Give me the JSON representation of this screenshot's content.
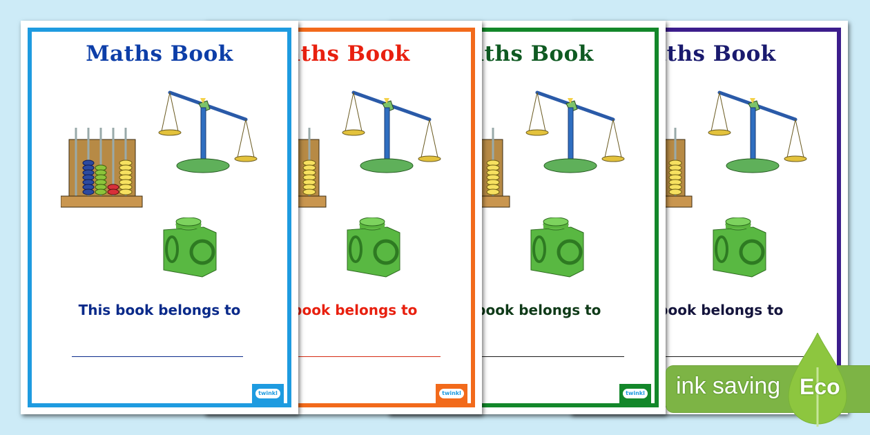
{
  "product": {
    "title": "Maths Book",
    "subtitle": "This book belongs to",
    "logo_text": "twinkl"
  },
  "cards": [
    {
      "title": "Maths Book",
      "subtitle": "This book belongs to",
      "border_color": "#1e9be0",
      "text_color": "#0d3ea8",
      "subtitle_color": "#0a2a8a",
      "line_color": "#0a2a8a"
    },
    {
      "title": "Maths Book",
      "subtitle": "This book belongs to",
      "border_color": "#f26a1b",
      "text_color": "#e8200f",
      "subtitle_color": "#e8200f",
      "line_color": "#d42a12"
    },
    {
      "title": "Maths Book",
      "subtitle": "This book belongs to",
      "border_color": "#13872a",
      "text_color": "#0f5a22",
      "subtitle_color": "#0f3a18",
      "line_color": "#1a1a1a"
    },
    {
      "title": "Maths Book",
      "subtitle": "This book belongs to",
      "border_color": "#3c1d8c",
      "text_color": "#1a1a6e",
      "subtitle_color": "#14143c",
      "line_color": "#1a1a1a"
    }
  ],
  "eco_badge": {
    "text": "ink saving",
    "label": "Eco",
    "color": "#7db445"
  },
  "images": [
    "abacus-icon",
    "balance-scale-icon",
    "linking-cube-icon"
  ]
}
